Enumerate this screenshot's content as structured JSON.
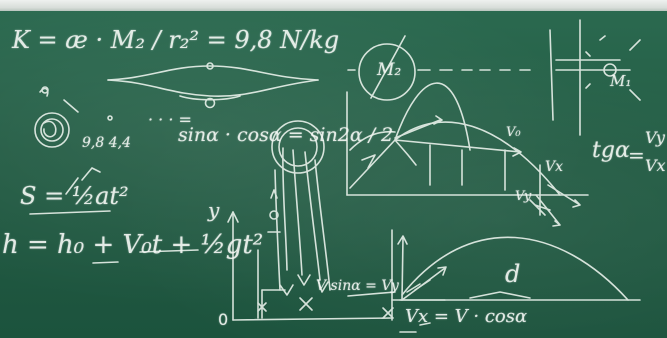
{
  "board": {
    "colors": {
      "board": "#235c44",
      "chalk": "#f3f7f3",
      "frame": "#dfe5e1"
    },
    "formulas": {
      "gravity": "K = æ · M₂ / r₂² = 9,8 N/kg",
      "distance": "S = ½at²",
      "height": "h = h₀ + V₀t + ½gt²",
      "trig": "sinα · cosα = sin2α / 2",
      "tangent": "tgα = Vy / Vx",
      "vx": "Vx = V · cosα",
      "vsin": "V sinα = Vy",
      "values": "9,8   4,4",
      "dots": "· · ·   =",
      "tan_prefix": "tg",
      "tan_alpha": "α",
      "tan_num": "Vy",
      "tan_den": "Vx",
      "eq": "="
    },
    "labels": {
      "mass_left": "M₂",
      "mass_right": "M₁",
      "v0": "V₀",
      "vx": "Vx",
      "vy": "Vy",
      "d": "d",
      "y_axis": "y",
      "origin": "0",
      "x_mark": "×"
    }
  }
}
